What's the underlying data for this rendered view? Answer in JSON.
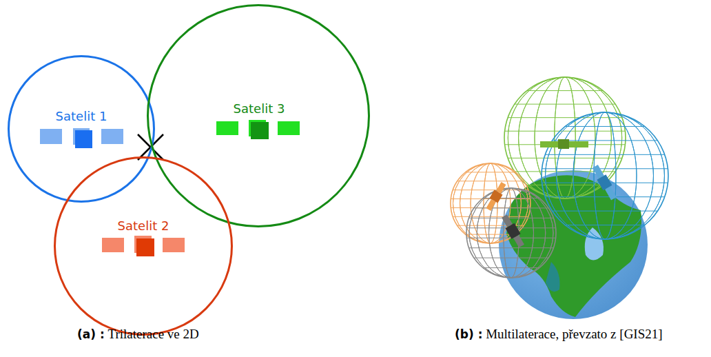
{
  "diagram": {
    "nodes": [
      {
        "text": [
          "Satelit 1"
        ]
      },
      {
        "text": [
          "Satelit 3"
        ]
      },
      {
        "text": [
          "Satelit 2"
        ]
      }
    ],
    "labels": [
      "(a) :",
      "Trilaterace ve 2D",
      "(b) :",
      "Multilaterace, převzato z [GIS21]"
    ]
  }
}
